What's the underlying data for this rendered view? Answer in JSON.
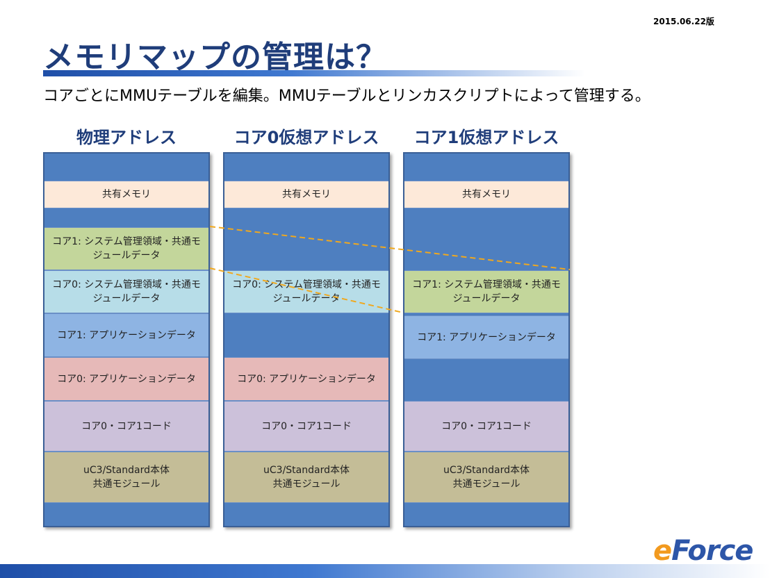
{
  "header": {
    "date": "2015.06.22版",
    "title": "メモリマップの管理は？",
    "subtitle": "コアごとにMMUテーブルを編集。MMUテーブルとリンカスクリプトによって管理する。"
  },
  "columns": {
    "physical": {
      "header": "物理アドレス",
      "shared": "共有メモリ",
      "sys1": "コア1: システム管理領域・共通モジュールデータ",
      "sys0": "コア0: システム管理領域・共通モジュールデータ",
      "app1": "コア1: アプリケーションデータ",
      "app0": "コア0: アプリケーションデータ",
      "code": "コア0・コア1コード",
      "std_line1": "uC3/Standard本体",
      "std_line2": "共通モジュール"
    },
    "core0": {
      "header": "コア0仮想アドレス",
      "shared": "共有メモリ",
      "sys0": "コア0: システム管理領域・共通モジュールデータ",
      "app0": "コア0: アプリケーションデータ",
      "code": "コア0・コア1コード",
      "std_line1": "uC3/Standard本体",
      "std_line2": "共通モジュール"
    },
    "core1": {
      "header": "コア1仮想アドレス",
      "shared": "共有メモリ",
      "sys1": "コア1: システム管理領域・共通モジュールデータ",
      "app1": "コア1: アプリケーションデータ",
      "code": "コア0・コア1コード",
      "std_line1": "uC3/Standard本体",
      "std_line2": "共通モジュール"
    }
  },
  "logo": {
    "e": "e",
    "rest": "Force"
  },
  "colors": {
    "title": "#1f3d7a",
    "region": "#4e7fc0",
    "shared": "#fde9d9",
    "sys1": "#c3d69b",
    "sys0": "#b7dde8",
    "app1": "#8eb4e3",
    "app0": "#e6b9b8",
    "code": "#ccc1da",
    "std": "#c4bd97",
    "mapping_line": "#f0a81e"
  }
}
